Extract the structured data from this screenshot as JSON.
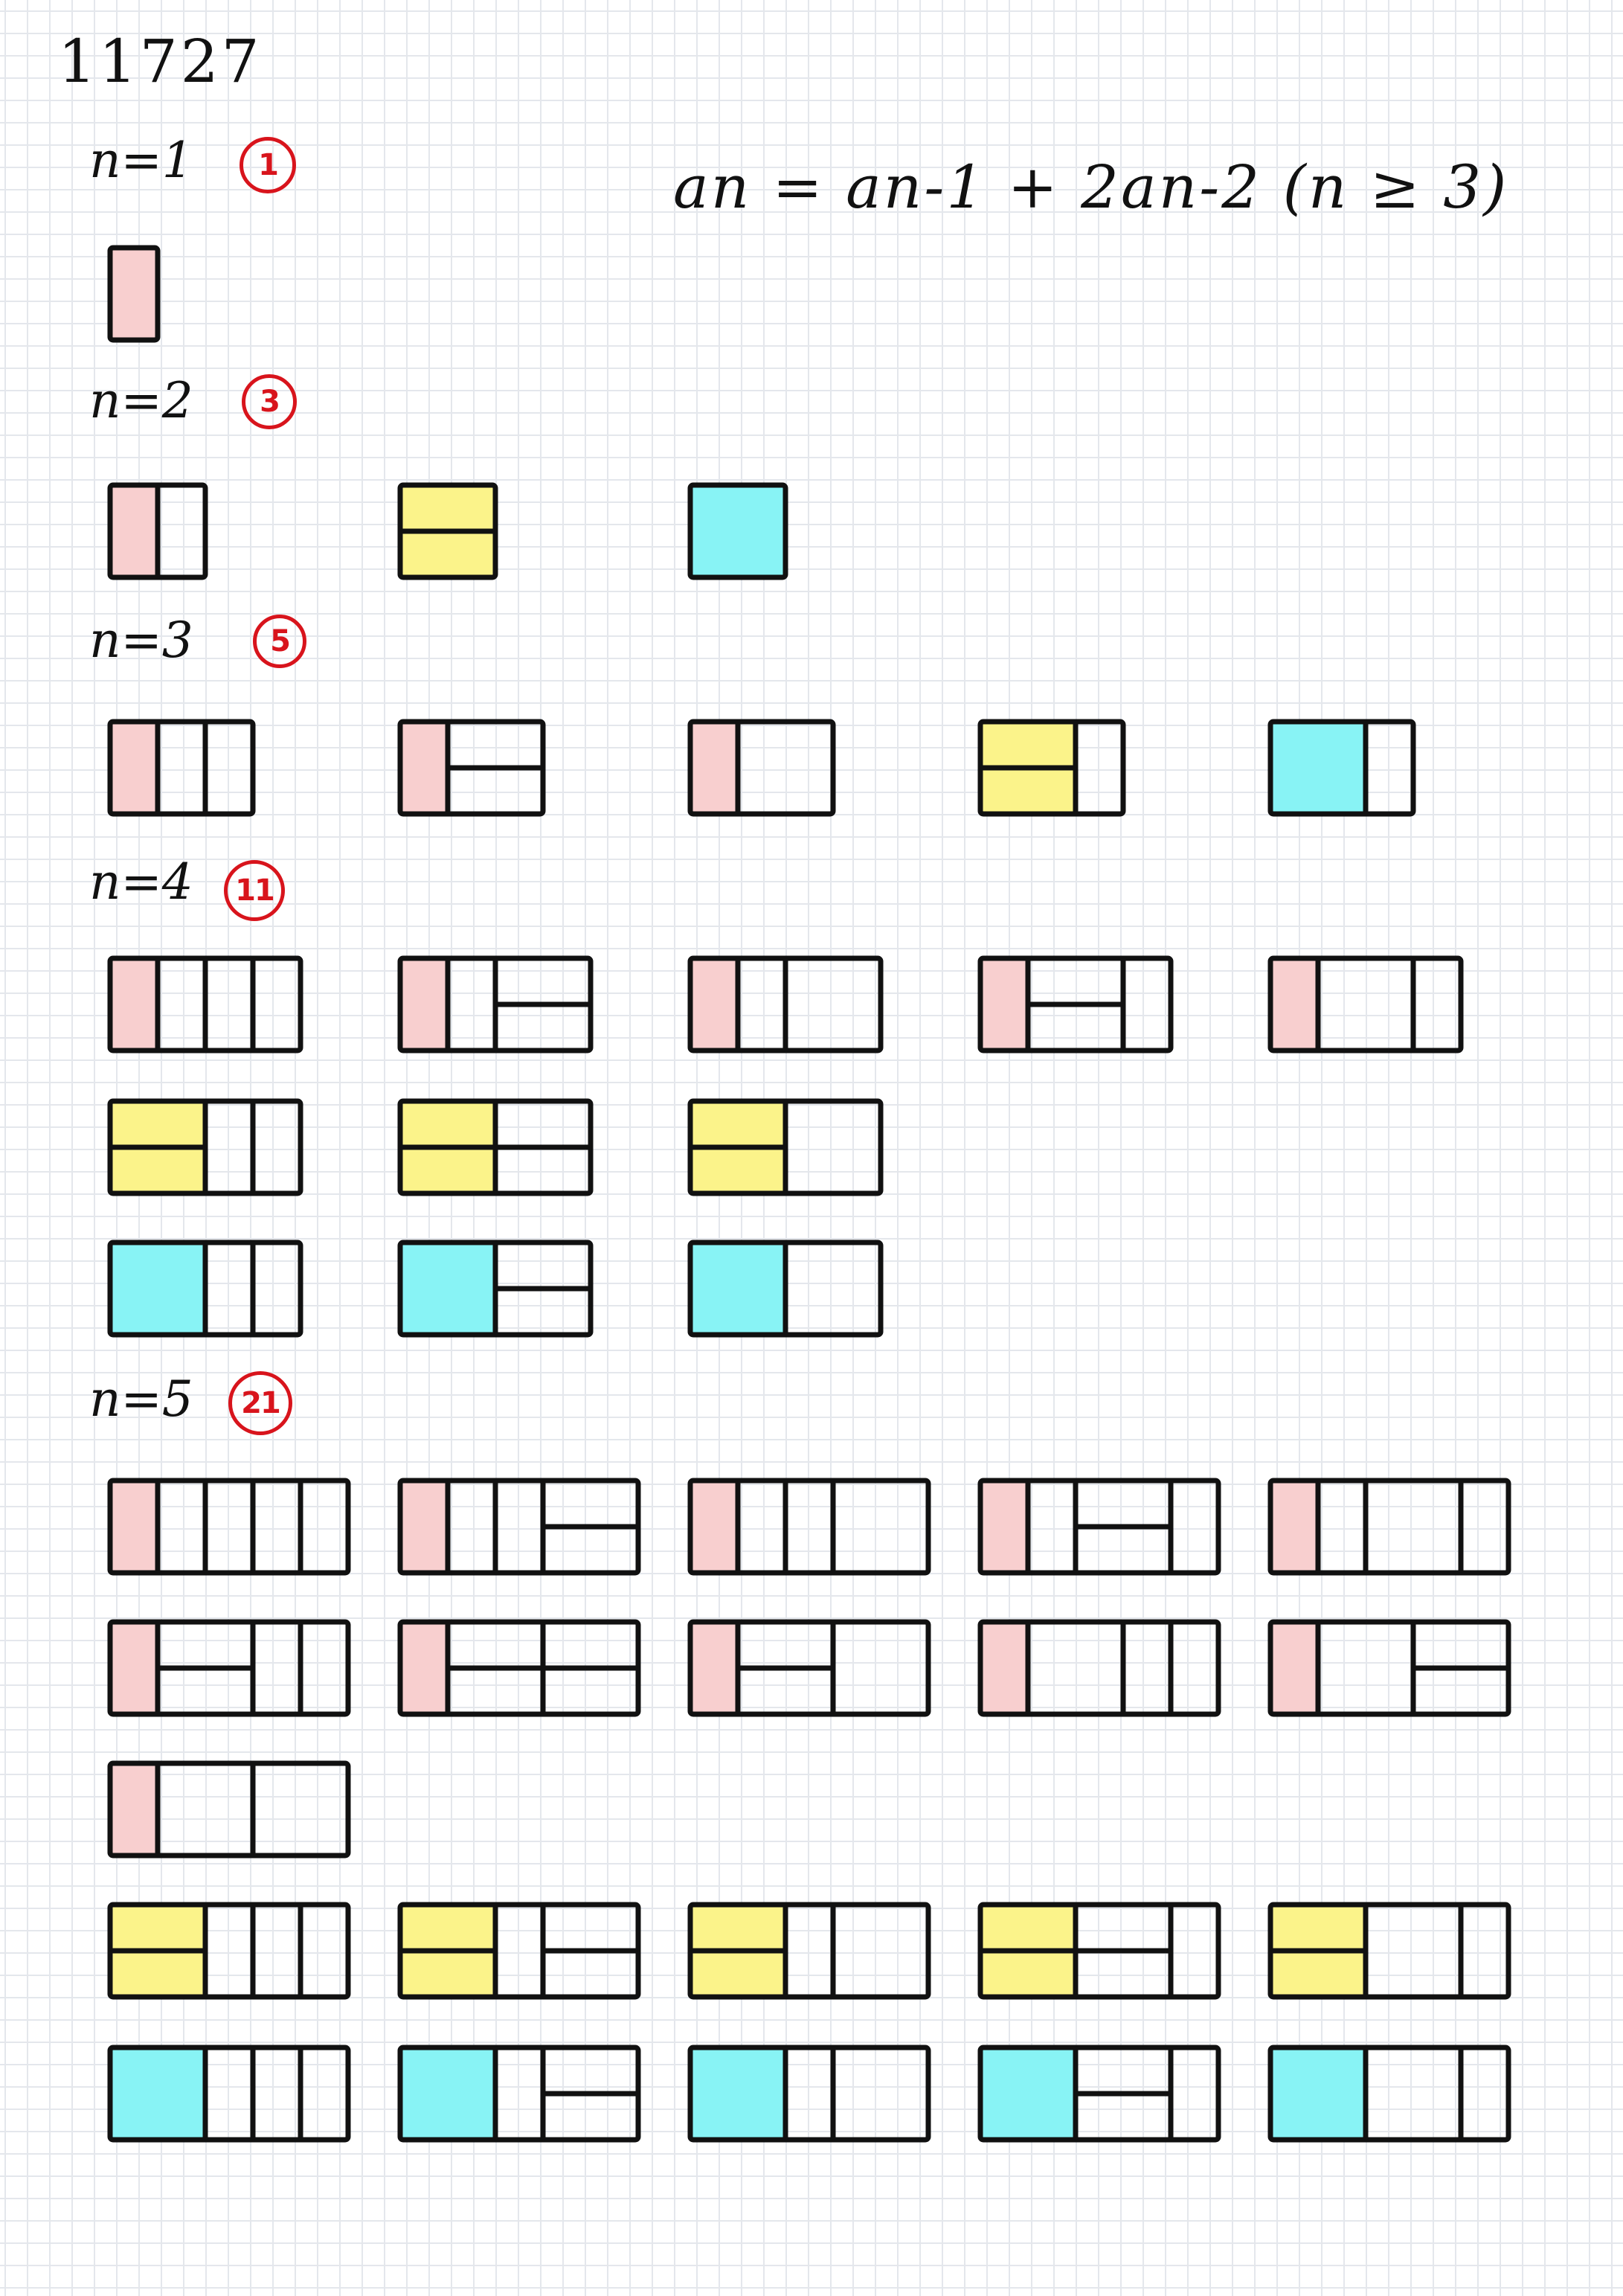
{
  "page": {
    "id_text": "11727"
  },
  "formula": {
    "text": "an = an-1 + 2an-2  (n ≥ 3)"
  },
  "colors": {
    "pink": "#f8cfcf",
    "yellow": "#fbf38a",
    "cyan": "#88f3f5",
    "outline": "#111111",
    "count_circle": "#d8141c"
  },
  "cases": [
    {
      "label": "n=1",
      "count": "1",
      "tilings": [
        [
          "P"
        ]
      ]
    },
    {
      "label": "n=2",
      "count": "3",
      "tilings": [
        [
          "P",
          "V"
        ],
        [
          "Y"
        ],
        [
          "C"
        ]
      ]
    },
    {
      "label": "n=3",
      "count": "5",
      "tilings": [
        [
          "P",
          "V",
          "V"
        ],
        [
          "P",
          "H"
        ],
        [
          "P",
          "B"
        ],
        [
          "Y",
          "V"
        ],
        [
          "C",
          "V"
        ]
      ]
    },
    {
      "label": "n=4",
      "count": "11",
      "tilings": [
        [
          "P",
          "V",
          "V",
          "V"
        ],
        [
          "P",
          "V",
          "H"
        ],
        [
          "P",
          "V",
          "B"
        ],
        [
          "P",
          "H",
          "V"
        ],
        [
          "P",
          "B",
          "V"
        ],
        [
          "Y",
          "V",
          "V"
        ],
        [
          "Y",
          "H"
        ],
        [
          "Y",
          "B"
        ],
        [
          "C",
          "V",
          "V"
        ],
        [
          "C",
          "H"
        ],
        [
          "C",
          "B"
        ]
      ]
    },
    {
      "label": "n=5",
      "count": "21",
      "tilings": [
        [
          "P",
          "V",
          "V",
          "V",
          "V"
        ],
        [
          "P",
          "V",
          "V",
          "H"
        ],
        [
          "P",
          "V",
          "V",
          "B"
        ],
        [
          "P",
          "V",
          "H",
          "V"
        ],
        [
          "P",
          "V",
          "B",
          "V"
        ],
        [
          "P",
          "H",
          "V",
          "V"
        ],
        [
          "P",
          "H",
          "H"
        ],
        [
          "P",
          "H",
          "B"
        ],
        [
          "P",
          "B",
          "V",
          "V"
        ],
        [
          "P",
          "B",
          "H"
        ],
        [
          "P",
          "B",
          "B"
        ],
        [
          "Y",
          "V",
          "V",
          "V"
        ],
        [
          "Y",
          "V",
          "H"
        ],
        [
          "Y",
          "V",
          "B"
        ],
        [
          "Y",
          "H",
          "V"
        ],
        [
          "Y",
          "B",
          "V"
        ],
        [
          "C",
          "V",
          "V",
          "V"
        ],
        [
          "C",
          "V",
          "H"
        ],
        [
          "C",
          "V",
          "B"
        ],
        [
          "C",
          "H",
          "V"
        ],
        [
          "C",
          "B",
          "V"
        ]
      ]
    }
  ]
}
